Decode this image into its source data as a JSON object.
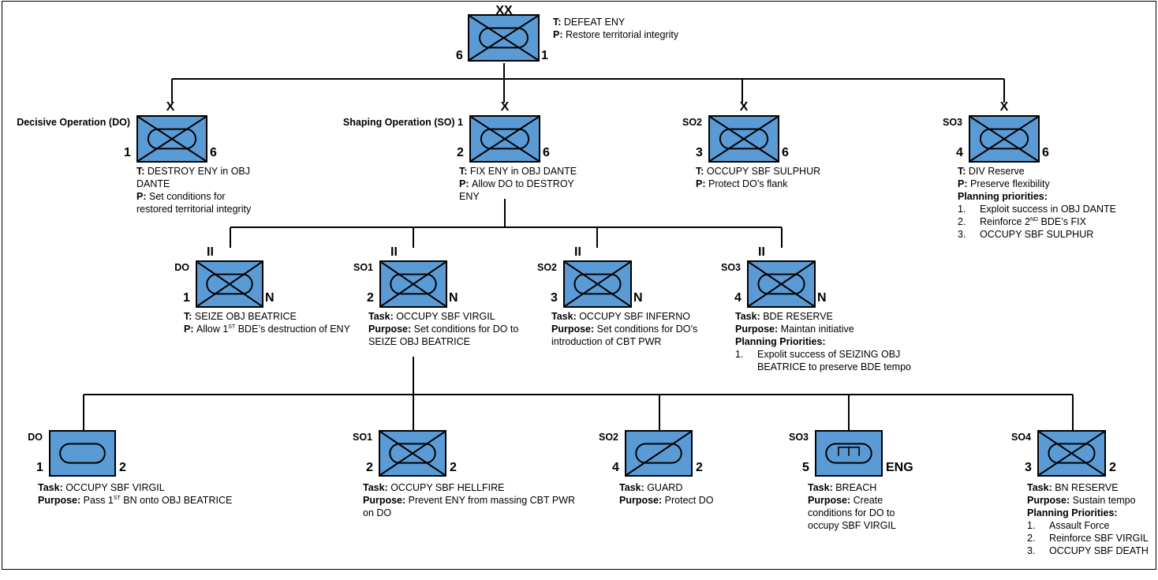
{
  "division": {
    "echelon": "XX",
    "left_num": "6",
    "right_num": "1",
    "task": "DEFEAT ENY",
    "purpose": "Restore territorial integrity"
  },
  "brigades": [
    {
      "label": "Decisive Operation (DO)",
      "echelon": "X",
      "left_num": "1",
      "right_num": "6",
      "task_lines": [
        "DESTROY ENY in OBJ",
        "DANTE"
      ],
      "purpose_lines": [
        "Set conditions for",
        "restored territorial integrity"
      ]
    },
    {
      "label": "Shaping Operation (SO) 1",
      "echelon": "X",
      "left_num": "2",
      "right_num": "6",
      "task_lines": [
        "FIX ENY in OBJ DANTE"
      ],
      "purpose_lines": [
        "Allow DO to DESTROY",
        "ENY"
      ]
    },
    {
      "label": "SO2",
      "echelon": "X",
      "left_num": "3",
      "right_num": "6",
      "task_lines": [
        "OCCUPY SBF SULPHUR"
      ],
      "purpose_lines": [
        "Protect DO’s flank"
      ]
    },
    {
      "label": "SO3",
      "echelon": "X",
      "left_num": "4",
      "right_num": "6",
      "task_lines": [
        "DIV Reserve"
      ],
      "purpose_lines": [
        "Preserve flexibility"
      ],
      "priorities_label": "Planning priorities:",
      "priorities": [
        {
          "num": "1.",
          "text": "Exploit success in OBJ DANTE"
        },
        {
          "num": "2.",
          "pre": "Reinforce 2",
          "sup": "ND",
          "post": " BDE’s FIX"
        },
        {
          "num": "3.",
          "text": "OCCUPY SBF SULPHUR"
        }
      ]
    }
  ],
  "battalions": [
    {
      "label": "DO",
      "echelon": "II",
      "left_num": "1",
      "right_num": "N",
      "task_prefix": "T:",
      "purpose_prefix": "P:",
      "task_lines": [
        "SEIZE OBJ BEATRICE"
      ],
      "purpose_pre": "Allow 1",
      "purpose_sup": "ST",
      "purpose_post": " BDE’s destruction of ENY"
    },
    {
      "label": "SO1",
      "echelon": "II",
      "left_num": "2",
      "right_num": "N",
      "task_prefix": "Task:",
      "purpose_prefix": "Purpose:",
      "task_lines": [
        "OCCUPY SBF VIRGIL"
      ],
      "purpose_lines": [
        "Set conditions for DO to",
        "SEIZE OBJ BEATRICE"
      ]
    },
    {
      "label": "SO2",
      "echelon": "II",
      "left_num": "3",
      "right_num": "N",
      "task_prefix": "Task:",
      "purpose_prefix": "Purpose:",
      "task_lines": [
        "OCCUPY SBF INFERNO"
      ],
      "purpose_lines": [
        "Set conditions for DO’s",
        "introduction of CBT PWR"
      ]
    },
    {
      "label": "SO3",
      "echelon": "II",
      "left_num": "4",
      "right_num": "N",
      "task_prefix": "Task:",
      "purpose_prefix": "Purpose:",
      "task_lines": [
        "BDE RESERVE"
      ],
      "purpose_lines": [
        "Maintan initiative"
      ],
      "priorities_label": "Planning Priorities:",
      "priorities": [
        {
          "num": "1.",
          "text": "Expolit success of SEIZING OBJ",
          "cont": "BEATRICE to preserve BDE tempo"
        }
      ]
    }
  ],
  "companies": [
    {
      "label": "DO",
      "left_num": "1",
      "right_num": "2",
      "symbol": "armor",
      "task_lines": [
        "OCCUPY SBF VIRGIL"
      ],
      "purpose_pre": "Pass 1",
      "purpose_sup": "ST",
      "purpose_post": " BN onto OBJ BEATRICE"
    },
    {
      "label": "SO1",
      "left_num": "2",
      "right_num": "2",
      "symbol": "armored-infantry",
      "task_lines": [
        "OCCUPY SBF HELLFIRE"
      ],
      "purpose_lines": [
        "Prevent ENY from massing CBT PWR",
        "on DO"
      ]
    },
    {
      "label": "SO2",
      "left_num": "4",
      "right_num": "2",
      "symbol": "armored-cavalry",
      "task_lines": [
        "GUARD"
      ],
      "purpose_lines": [
        "Protect DO"
      ]
    },
    {
      "label": "SO3",
      "left_num": "5",
      "right_num": "ENG",
      "symbol": "armored-engineer",
      "task_lines": [
        "BREACH"
      ],
      "purpose_lines": [
        "Create",
        "conditions for DO to",
        "occupy SBF VIRGIL"
      ]
    },
    {
      "label": "SO4",
      "left_num": "3",
      "right_num": "2",
      "symbol": "armored-infantry",
      "task_lines": [
        "BN RESERVE"
      ],
      "purpose_lines": [
        "Sustain tempo"
      ],
      "priorities_label": "Planning Priorities:",
      "priorities": [
        {
          "num": "1.",
          "text": "Assault Force"
        },
        {
          "num": "2.",
          "text": "Reinforce SBF VIRGIL"
        },
        {
          "num": "3.",
          "text": "OCCUPY SBF DEATH"
        }
      ]
    }
  ],
  "colors": {
    "unit_fill": "#5b9bd5",
    "line": "#000000"
  }
}
